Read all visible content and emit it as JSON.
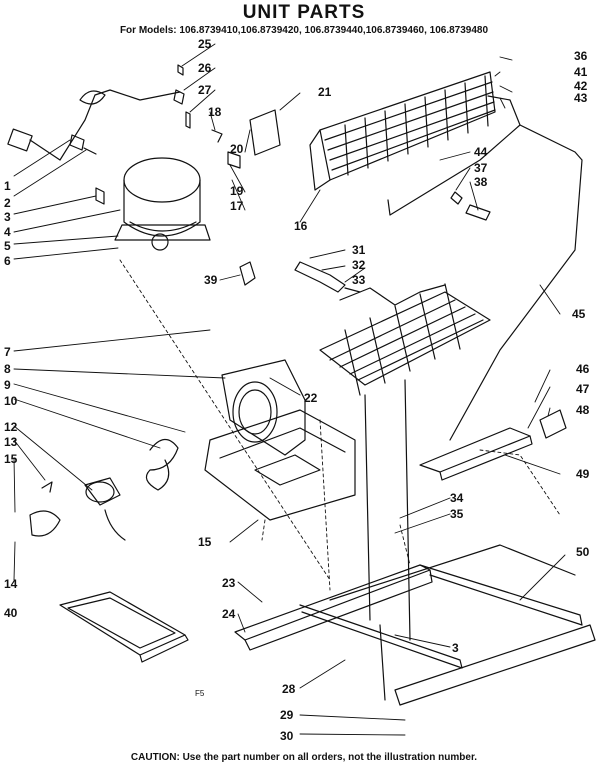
{
  "header": {
    "title": "UNIT PARTS",
    "models": "For Models: 106.8739410,106.8739420, 106.8739440,106.8739460, 106.8739480"
  },
  "footer": {
    "caution": "CAUTION: Use the part number on all orders, not the illustration number.",
    "page_mark": "F5"
  },
  "callouts": [
    "25",
    "26",
    "27",
    "18",
    "21",
    "36",
    "41",
    "42",
    "43",
    "44",
    "37",
    "38",
    "1",
    "2",
    "3",
    "4",
    "5",
    "6",
    "16",
    "17",
    "19",
    "20",
    "39",
    "31",
    "32",
    "33",
    "45",
    "7",
    "8",
    "9",
    "10",
    "22",
    "12",
    "13",
    "15",
    "46",
    "47",
    "48",
    "49",
    "34",
    "35",
    "15",
    "14",
    "50",
    "40",
    "23",
    "24",
    "3",
    "28",
    "29",
    "30"
  ],
  "colors": {
    "ink": "#111111",
    "paper": "#ffffff"
  }
}
